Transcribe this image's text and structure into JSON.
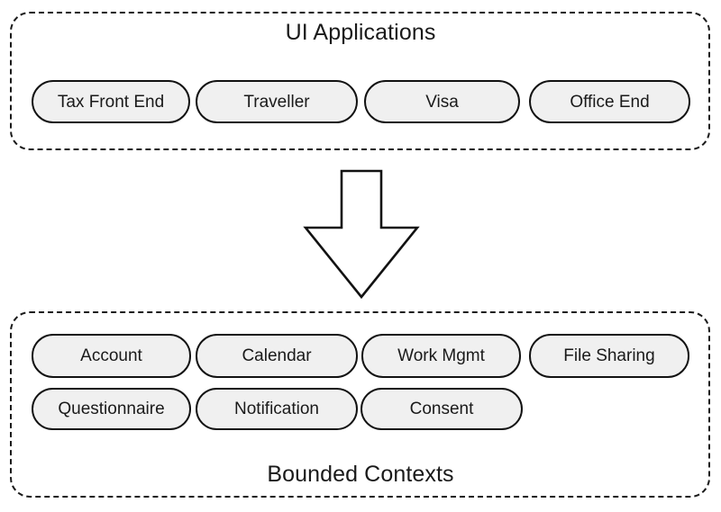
{
  "diagram": {
    "title_top": "UI Applications",
    "title_bottom": "Bounded Contexts",
    "background_color": "#ffffff",
    "node_fill_color": "#f0f0f0",
    "node_border_color": "#121212",
    "group_border_color": "#1a1a1a",
    "text_color": "#1a1a1a",
    "arrow": {
      "name": "down-arrow-icon",
      "direction": "down",
      "style": "hollow-outline",
      "fill": "#ffffff",
      "stroke": "#121212"
    }
  },
  "ui_applications": {
    "title": "UI Applications",
    "nodes": [
      {
        "label": "Tax Front End"
      },
      {
        "label": "Traveller"
      },
      {
        "label": "Visa"
      },
      {
        "label": "Office End"
      }
    ]
  },
  "bounded_contexts": {
    "title": "Bounded Contexts",
    "rows": [
      {
        "nodes": [
          {
            "label": "Account"
          },
          {
            "label": "Calendar"
          },
          {
            "label": "Work Mgmt"
          },
          {
            "label": "File Sharing"
          }
        ]
      },
      {
        "nodes": [
          {
            "label": "Questionnaire"
          },
          {
            "label": "Notification"
          },
          {
            "label": "Consent"
          }
        ]
      }
    ]
  }
}
